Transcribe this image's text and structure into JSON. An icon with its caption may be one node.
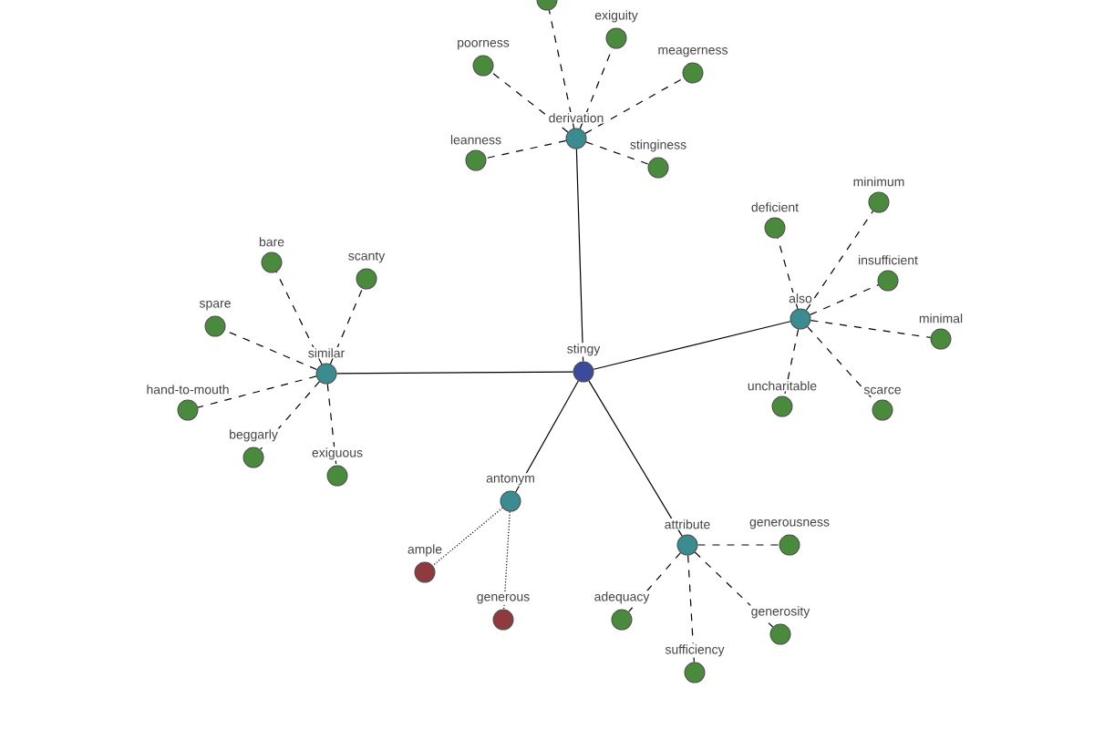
{
  "diagram": {
    "nodes": [
      {
        "text": [
          "stingy"
        ]
      },
      {
        "text": [
          "derivation"
        ]
      },
      {
        "text": [],
        "shape": "circle"
      },
      {
        "text": [
          "exiguity"
        ]
      },
      {
        "text": [
          "poorness"
        ]
      },
      {
        "text": [
          "meagerness"
        ]
      },
      {
        "text": [
          "leanness"
        ]
      },
      {
        "text": [
          "stinginess"
        ]
      },
      {
        "text": [
          "similar"
        ]
      },
      {
        "text": [
          "bare"
        ]
      },
      {
        "text": [
          "scanty"
        ]
      },
      {
        "text": [
          "spare"
        ]
      },
      {
        "text": [
          "hand-to-mouth"
        ]
      },
      {
        "text": [
          "beggarly"
        ]
      },
      {
        "text": [
          "exiguous"
        ]
      },
      {
        "text": [
          "also"
        ]
      },
      {
        "text": [
          "deficient"
        ]
      },
      {
        "text": [
          "minimum"
        ]
      },
      {
        "text": [
          "insufficient"
        ]
      },
      {
        "text": [
          "minimal"
        ]
      },
      {
        "text": [
          "uncharitable"
        ]
      },
      {
        "text": [
          "scarce"
        ]
      },
      {
        "text": [
          "antonym"
        ]
      },
      {
        "text": [
          "ample"
        ]
      },
      {
        "text": [
          "generous"
        ]
      },
      {
        "text": [
          "attribute"
        ]
      },
      {
        "text": [
          "generousness"
        ]
      },
      {
        "text": [
          "adequacy"
        ]
      },
      {
        "text": [
          "generosity"
        ]
      },
      {
        "text": [
          "sufficiency"
        ]
      }
    ],
    "edges": [
      {
        "from": 0,
        "to": 1,
        "arrow": "none"
      },
      {
        "from": 0,
        "to": 8,
        "arrow": "none"
      },
      {
        "from": 0,
        "to": 15,
        "arrow": "none"
      },
      {
        "from": 0,
        "to": 22,
        "arrow": "none"
      },
      {
        "from": 0,
        "to": 25,
        "arrow": "none"
      },
      {
        "from": 1,
        "to": 2,
        "arrow": "none",
        "style": "dashed"
      },
      {
        "from": 1,
        "to": 3,
        "arrow": "none",
        "style": "dashed"
      },
      {
        "from": 1,
        "to": 4,
        "arrow": "none",
        "style": "dashed"
      },
      {
        "from": 1,
        "to": 5,
        "arrow": "none",
        "style": "dashed"
      },
      {
        "from": 1,
        "to": 6,
        "arrow": "none",
        "style": "dashed"
      },
      {
        "from": 1,
        "to": 7,
        "arrow": "none",
        "style": "dashed"
      },
      {
        "from": 8,
        "to": 9,
        "arrow": "none",
        "style": "dashed"
      },
      {
        "from": 8,
        "to": 10,
        "arrow": "none",
        "style": "dashed"
      },
      {
        "from": 8,
        "to": 11,
        "arrow": "none",
        "style": "dashed"
      },
      {
        "from": 8,
        "to": 12,
        "arrow": "none",
        "style": "dashed"
      },
      {
        "from": 8,
        "to": 13,
        "arrow": "none",
        "style": "dashed"
      },
      {
        "from": 8,
        "to": 14,
        "arrow": "none",
        "style": "dashed"
      },
      {
        "from": 15,
        "to": 16,
        "arrow": "none",
        "style": "dashed"
      },
      {
        "from": 15,
        "to": 17,
        "arrow": "none",
        "style": "dashed"
      },
      {
        "from": 15,
        "to": 18,
        "arrow": "none",
        "style": "dashed"
      },
      {
        "from": 15,
        "to": 19,
        "arrow": "none",
        "style": "dashed"
      },
      {
        "from": 15,
        "to": 20,
        "arrow": "none",
        "style": "dashed"
      },
      {
        "from": 15,
        "to": 21,
        "arrow": "none",
        "style": "dashed"
      },
      {
        "from": 22,
        "to": 23,
        "arrow": "none",
        "style": "dashed"
      },
      {
        "from": 22,
        "to": 24,
        "arrow": "none",
        "style": "dashed"
      },
      {
        "from": 25,
        "to": 26,
        "arrow": "none",
        "style": "dashed"
      },
      {
        "from": 25,
        "to": 27,
        "arrow": "none",
        "style": "dashed"
      },
      {
        "from": 25,
        "to": 28,
        "arrow": "none",
        "style": "dashed"
      },
      {
        "from": 25,
        "to": 29,
        "arrow": "none",
        "style": "dashed"
      }
    ]
  }
}
